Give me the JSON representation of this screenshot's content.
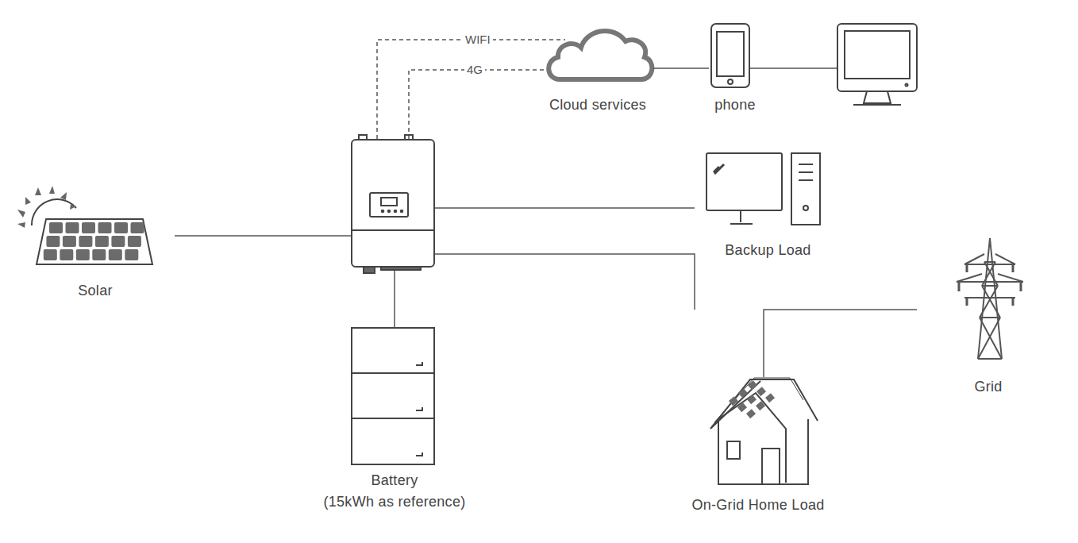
{
  "diagram": {
    "nodes": [
      {
        "text": [
          "Cloud services"
        ]
      },
      {
        "text": [
          "phone"
        ]
      },
      {
        "text": [
          "Solar"
        ]
      },
      {
        "text": [
          "Backup Load"
        ]
      },
      {
        "text": [
          "Grid"
        ]
      },
      {
        "text": [
          "Battery",
          "(15kWh as reference)"
        ]
      },
      {
        "text": [
          "On-Grid Home Load"
        ]
      }
    ],
    "edges": [
      {
        "from": 0,
        "to": 1,
        "arrow": "none"
      },
      {
        "from": 6,
        "to": 4,
        "arrow": "none"
      }
    ],
    "labels": [
      "WIFI",
      "4G"
    ]
  }
}
